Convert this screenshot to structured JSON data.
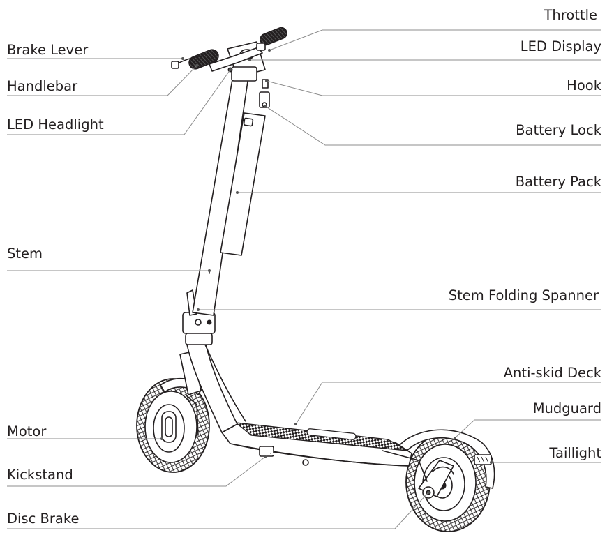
{
  "diagram": {
    "subject": "electric-kick-scooter",
    "labels": {
      "brake_lever": "Brake Lever",
      "handlebar": "Handlebar",
      "led_headlight": "LED Headlight",
      "stem": "Stem",
      "motor": "Motor",
      "kickstand": "Kickstand",
      "disc_brake": "Disc Brake",
      "throttle": "Throttle",
      "led_display": "LED Display",
      "hook": "Hook",
      "battery_lock": "Battery Lock",
      "battery_pack": "Battery Pack",
      "stem_folding_spanner": "Stem Folding Spanner",
      "anti_skid_deck": "Anti-skid Deck",
      "mudguard": "Mudguard",
      "taillight": "Taillight"
    },
    "colors": {
      "line_art": "#231f20",
      "leader": "#8c8c8c",
      "background": "#ffffff"
    }
  }
}
